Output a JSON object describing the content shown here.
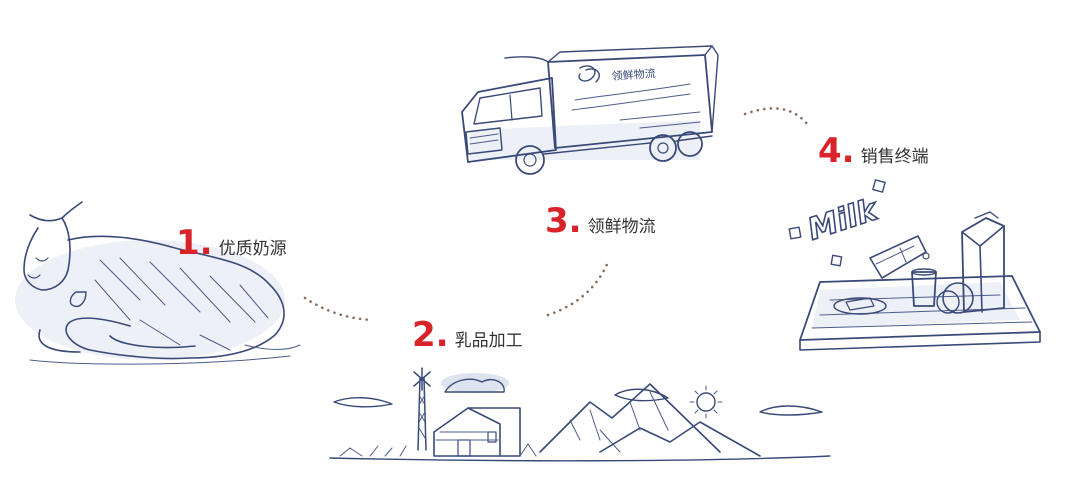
{
  "steps": [
    {
      "number": "1.",
      "label": "优质奶源"
    },
    {
      "number": "2.",
      "label": "乳品加工"
    },
    {
      "number": "3.",
      "label": "领鲜物流"
    },
    {
      "number": "4.",
      "label": "销售终端"
    }
  ],
  "truck_logo_text": "领鲜物流",
  "milk_word": "Milk",
  "colors": {
    "number_red": "#d8232a",
    "ink": "#3a4a78",
    "dots": "#8a6d5a"
  },
  "illustrations": [
    "cow",
    "farm-landscape",
    "refrigerated-truck",
    "milk-table"
  ]
}
